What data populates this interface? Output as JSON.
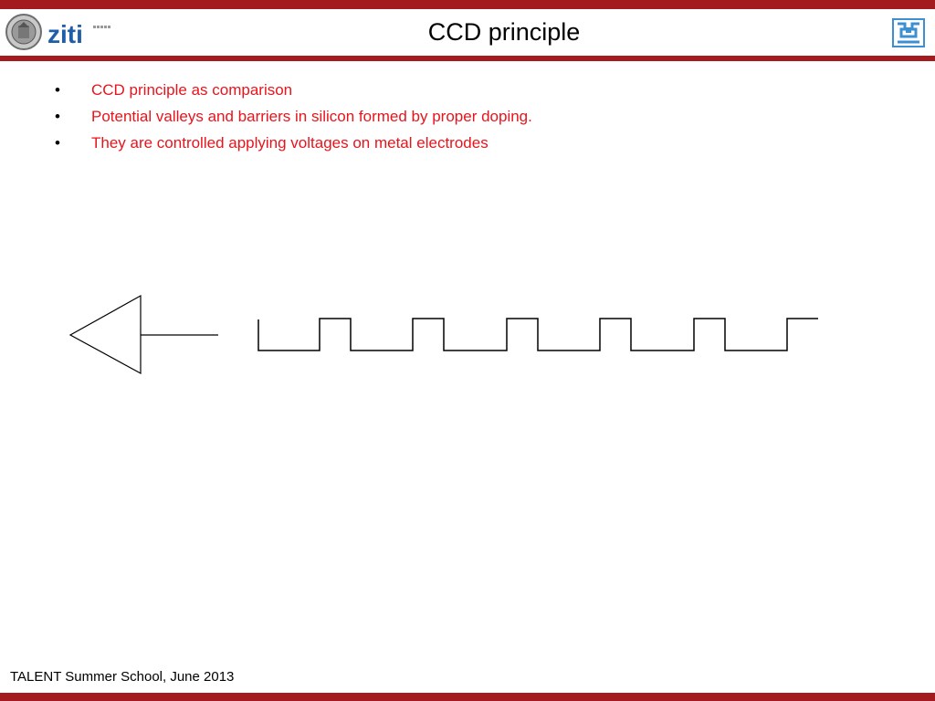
{
  "slide": {
    "title": "CCD principle",
    "bullets": [
      "CCD principle as comparison",
      "Potential valleys and barriers in silicon formed by proper doping.",
      "They are controlled applying voltages on metal electrodes"
    ],
    "bullet_symbol": "•",
    "footer": "TALENT Summer School, June 2013"
  },
  "logos": {
    "left_wordmark": "ziti",
    "left_seal_icon": "university-seal-icon",
    "right_icon": "institute-emblem-icon"
  },
  "colors": {
    "accent_bar": "#a31a1f",
    "bullet_text": "#e8141c",
    "wordmark": "#1f5fa8"
  }
}
